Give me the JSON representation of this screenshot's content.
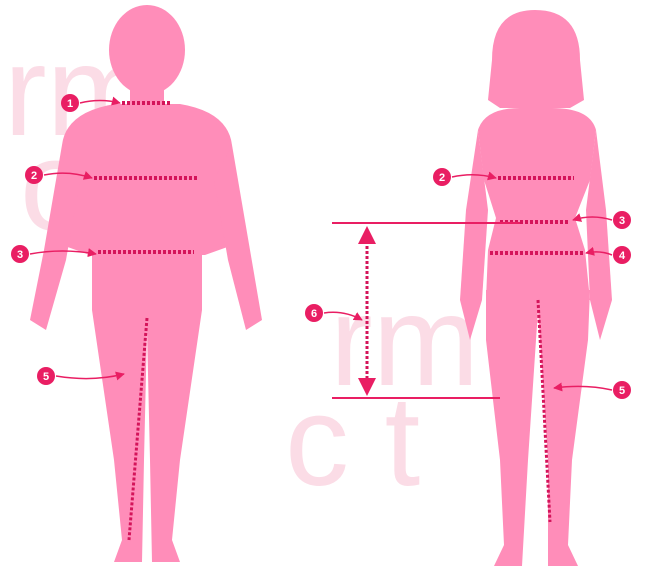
{
  "colors": {
    "figure": "#ff8db9",
    "accent": "#e91e63",
    "dots": "#d4145a",
    "watermark": "#fbdce6",
    "background": "#ffffff"
  },
  "watermark": {
    "line1": "rm",
    "line2": "o",
    "line3": "rm",
    "line4": "c t"
  },
  "male": {
    "markers": [
      {
        "label": "1",
        "meaning": "neck"
      },
      {
        "label": "2",
        "meaning": "chest"
      },
      {
        "label": "3",
        "meaning": "waist"
      },
      {
        "label": "5",
        "meaning": "inside leg"
      }
    ]
  },
  "female": {
    "markers": [
      {
        "label": "2",
        "meaning": "bust"
      },
      {
        "label": "3",
        "meaning": "waist"
      },
      {
        "label": "4",
        "meaning": "hips"
      },
      {
        "label": "6",
        "meaning": "hip depth"
      },
      {
        "label": "5",
        "meaning": "inside leg"
      }
    ]
  }
}
